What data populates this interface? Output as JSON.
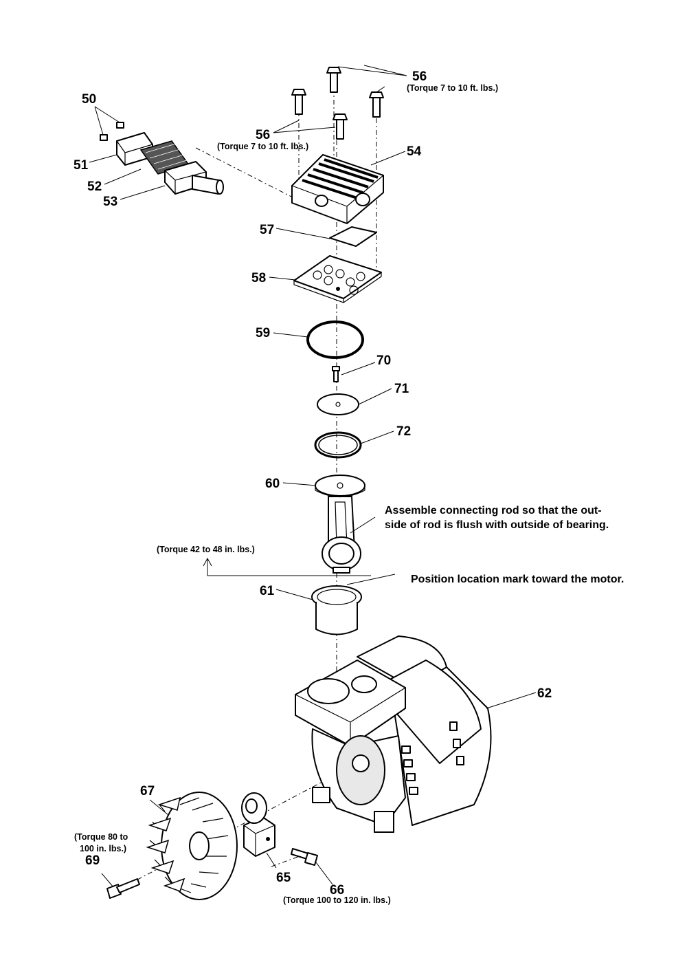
{
  "parts": [
    {
      "number": "50"
    },
    {
      "number": "51"
    },
    {
      "number": "52"
    },
    {
      "number": "53"
    },
    {
      "number": "54"
    },
    {
      "number": "56"
    },
    {
      "number": "56"
    },
    {
      "number": "57"
    },
    {
      "number": "58"
    },
    {
      "number": "59"
    },
    {
      "number": "70"
    },
    {
      "number": "71"
    },
    {
      "number": "72"
    },
    {
      "number": "60"
    },
    {
      "number": "61"
    },
    {
      "number": "62"
    },
    {
      "number": "67"
    },
    {
      "number": "69"
    },
    {
      "number": "65"
    },
    {
      "number": "66"
    }
  ],
  "torque": {
    "head_bolts_right": "(Torque 7 to 10 ft. lbs.)",
    "head_bolts_left": "(Torque 7 to 10 ft. lbs.)",
    "rod": "(Torque 42 to 48 in. lbs.)",
    "fan_line1": "(Torque 80 to",
    "fan_line2": "100 in. lbs.)",
    "eccentric": "(Torque 100 to 120 in. lbs.)"
  },
  "notes": {
    "rod_line1": "Assemble connecting rod so that the out-",
    "rod_line2": "side of  rod is flush with outside of bearing.",
    "mark": "Position location mark toward the motor."
  }
}
